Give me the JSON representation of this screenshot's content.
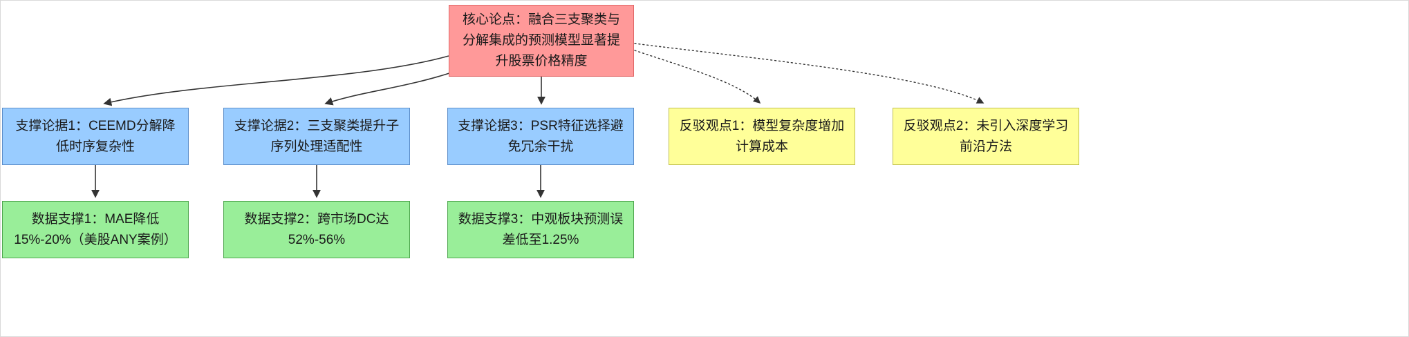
{
  "diagram": {
    "core": {
      "label": "核心论点：融合三支聚类与分解集成的预测模型显著提升股票价格精度"
    },
    "supports": [
      {
        "label": "支撑论据1：CEEMD分解降低时序复杂性"
      },
      {
        "label": "支撑论据2：三支聚类提升子序列处理适配性"
      },
      {
        "label": "支撑论据3：PSR特征选择避免冗余干扰"
      }
    ],
    "rebuttals": [
      {
        "label": "反驳观点1：模型复杂度增加计算成本"
      },
      {
        "label": "反驳观点2：未引入深度学习前沿方法"
      }
    ],
    "evidence": [
      {
        "label": "数据支撑1：MAE降低15%-20%（美股ANY案例）"
      },
      {
        "label": "数据支撑2：跨市场DC达52%-56%"
      },
      {
        "label": "数据支撑3：中观板块预测误差低至1.25%"
      }
    ],
    "edges": {
      "solid": "core-to-supports, supports-to-evidence",
      "dotted": "core-to-rebuttals"
    }
  },
  "colors": {
    "core_fill": "#ff9999",
    "core_border": "#e06666",
    "support_fill": "#99ccff",
    "support_border": "#5b8dc9",
    "rebuttal_fill": "#ffff99",
    "rebuttal_border": "#bfbf4d",
    "evidence_fill": "#99ee99",
    "evidence_border": "#4ea64e",
    "arrow": "#333333"
  }
}
